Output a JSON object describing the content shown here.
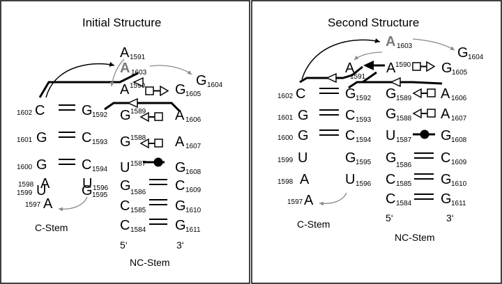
{
  "panels": {
    "left": {
      "title": "Initial Structure",
      "c_stem": "C-Stem",
      "nc_stem": "NC-Stem",
      "five_prime": "5‘",
      "three_prime": "3‘",
      "nucleotides": [
        {
          "base": "A",
          "num": "1591"
        },
        {
          "base": "A",
          "num": "1603"
        },
        {
          "base": "G",
          "num": "1604"
        },
        {
          "base": "C",
          "num": "1602"
        },
        {
          "base": "G",
          "num": "1592"
        },
        {
          "base": "A",
          "num": "1590"
        },
        {
          "base": "G",
          "num": "1605"
        },
        {
          "base": "G",
          "num": "1601"
        },
        {
          "base": "C",
          "num": "1593"
        },
        {
          "base": "G",
          "num": "1589"
        },
        {
          "base": "A",
          "num": "1606"
        },
        {
          "base": "G",
          "num": "1600"
        },
        {
          "base": "C",
          "num": "1594"
        },
        {
          "base": "G",
          "num": "1588"
        },
        {
          "base": "A",
          "num": "1607"
        },
        {
          "base": "U",
          "num": "1599"
        },
        {
          "base": "G",
          "num": "1595"
        },
        {
          "base": "U",
          "num": "1587"
        },
        {
          "base": "G",
          "num": "1608"
        },
        {
          "base": "A",
          "num": "1598"
        },
        {
          "base": "U",
          "num": "1596"
        },
        {
          "base": "G",
          "num": "1586"
        },
        {
          "base": "C",
          "num": "1609"
        },
        {
          "base": "A",
          "num": "1597"
        },
        {
          "base": "C",
          "num": "1585"
        },
        {
          "base": "G",
          "num": "1610"
        },
        {
          "base": "C",
          "num": "1584"
        },
        {
          "base": "G",
          "num": "1611"
        }
      ]
    },
    "right": {
      "title": "Second Structure",
      "c_stem": "C-Stem",
      "nc_stem": "NC-Stem",
      "five_prime": "5‘",
      "three_prime": "3‘",
      "nucleotides": [
        {
          "base": "A",
          "num": "1603"
        },
        {
          "base": "G",
          "num": "1604"
        },
        {
          "base": "A",
          "num": "1591"
        },
        {
          "base": "A",
          "num": "1590"
        },
        {
          "base": "G",
          "num": "1605"
        },
        {
          "base": "C",
          "num": "1602"
        },
        {
          "base": "G",
          "num": "1592"
        },
        {
          "base": "G",
          "num": "1601"
        },
        {
          "base": "C",
          "num": "1593"
        },
        {
          "base": "G",
          "num": "1589"
        },
        {
          "base": "A",
          "num": "1606"
        },
        {
          "base": "G",
          "num": "1600"
        },
        {
          "base": "C",
          "num": "1594"
        },
        {
          "base": "G",
          "num": "1588"
        },
        {
          "base": "A",
          "num": "1607"
        },
        {
          "base": "U",
          "num": "1599"
        },
        {
          "base": "G",
          "num": "1595"
        },
        {
          "base": "U",
          "num": "1587"
        },
        {
          "base": "G",
          "num": "1608"
        },
        {
          "base": "A",
          "num": "1598"
        },
        {
          "base": "U",
          "num": "1596"
        },
        {
          "base": "G",
          "num": "1586"
        },
        {
          "base": "C",
          "num": "1609"
        },
        {
          "base": "A",
          "num": "1597"
        },
        {
          "base": "C",
          "num": "1585"
        },
        {
          "base": "G",
          "num": "1610"
        },
        {
          "base": "C",
          "num": "1584"
        },
        {
          "base": "G",
          "num": "1611"
        }
      ]
    }
  }
}
